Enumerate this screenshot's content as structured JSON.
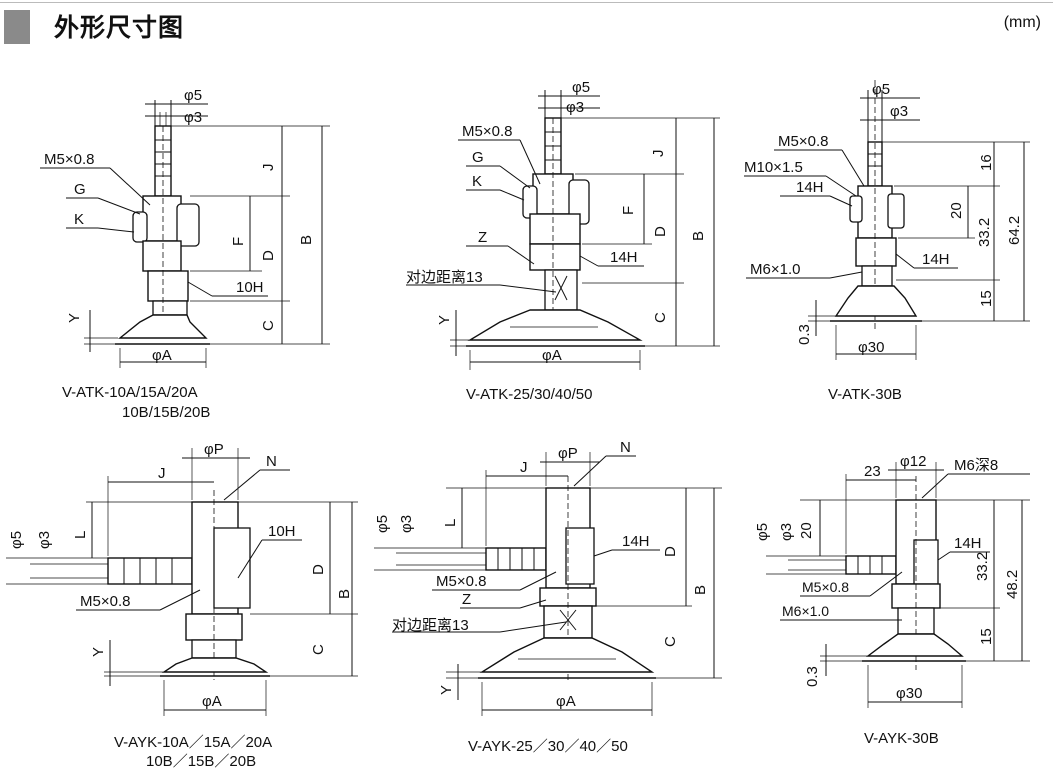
{
  "header": {
    "title": "外形尺寸图",
    "unit": "(mm)"
  },
  "figures": [
    {
      "caption_lines": [
        "V-ATK-10A/15A/20A",
        "10B/15B/20B"
      ],
      "labels": {
        "phi5": "φ5",
        "phi3": "φ3",
        "thread": "M5×0.8",
        "g": "G",
        "k": "K",
        "j": "J",
        "f": "F",
        "d": "D",
        "b": "B",
        "hex": "10H",
        "c": "C",
        "y": "Y",
        "phiA": "φA"
      }
    },
    {
      "caption_lines": [
        "V-ATK-25/30/40/50"
      ],
      "labels": {
        "phi5": "φ5",
        "phi3": "φ3",
        "thread": "M5×0.8",
        "g": "G",
        "k": "K",
        "j": "J",
        "f": "F",
        "d": "D",
        "b": "B",
        "z": "Z",
        "hex": "14H",
        "flats": "对边距离13",
        "c": "C",
        "y": "Y",
        "phiA": "φA"
      }
    },
    {
      "caption_lines": [
        "V-ATK-30B"
      ],
      "labels": {
        "phi5": "φ5",
        "phi3": "φ3",
        "thread": "M5×0.8",
        "thread2": "M10×1.5",
        "hex1": "14H",
        "hex2": "14H",
        "thread3": "M6×1.0",
        "d16": "16",
        "d20": "20",
        "d33": "33.2",
        "d64": "64.2",
        "d15": "15",
        "d03": "0.3",
        "phi30": "φ30"
      }
    },
    {
      "caption_lines": [
        "V-AYK-10A／15A／20A",
        "10B／15B／20B"
      ],
      "labels": {
        "phiP": "φP",
        "n": "N",
        "j": "J",
        "l": "L",
        "phi5": "φ5",
        "phi3": "φ3",
        "hex": "10H",
        "d": "D",
        "b": "B",
        "thread": "M5×0.8",
        "c": "C",
        "y": "Y",
        "phiA": "φA"
      }
    },
    {
      "caption_lines": [
        "V-AYK-25／30／40／50"
      ],
      "labels": {
        "phiP": "φP",
        "n": "N",
        "j": "J",
        "l": "L",
        "phi5": "φ5",
        "phi3": "φ3",
        "hex": "14H",
        "d": "D",
        "thread": "M5×0.8",
        "z": "Z",
        "b": "B",
        "flats": "对边距离13",
        "c": "C",
        "y": "Y",
        "phiA": "φA"
      }
    },
    {
      "caption_lines": [
        "V-AYK-30B"
      ],
      "labels": {
        "d23": "23",
        "phi12": "φ12",
        "thread1": "M6深8",
        "phi5": "φ5",
        "phi3": "φ3",
        "d20": "20",
        "hex": "14H",
        "d33": "33.2",
        "d48": "48.2",
        "thread": "M5×0.8",
        "thread2": "M6×1.0",
        "d15": "15",
        "d03": "0.3",
        "phi30": "φ30"
      }
    }
  ]
}
